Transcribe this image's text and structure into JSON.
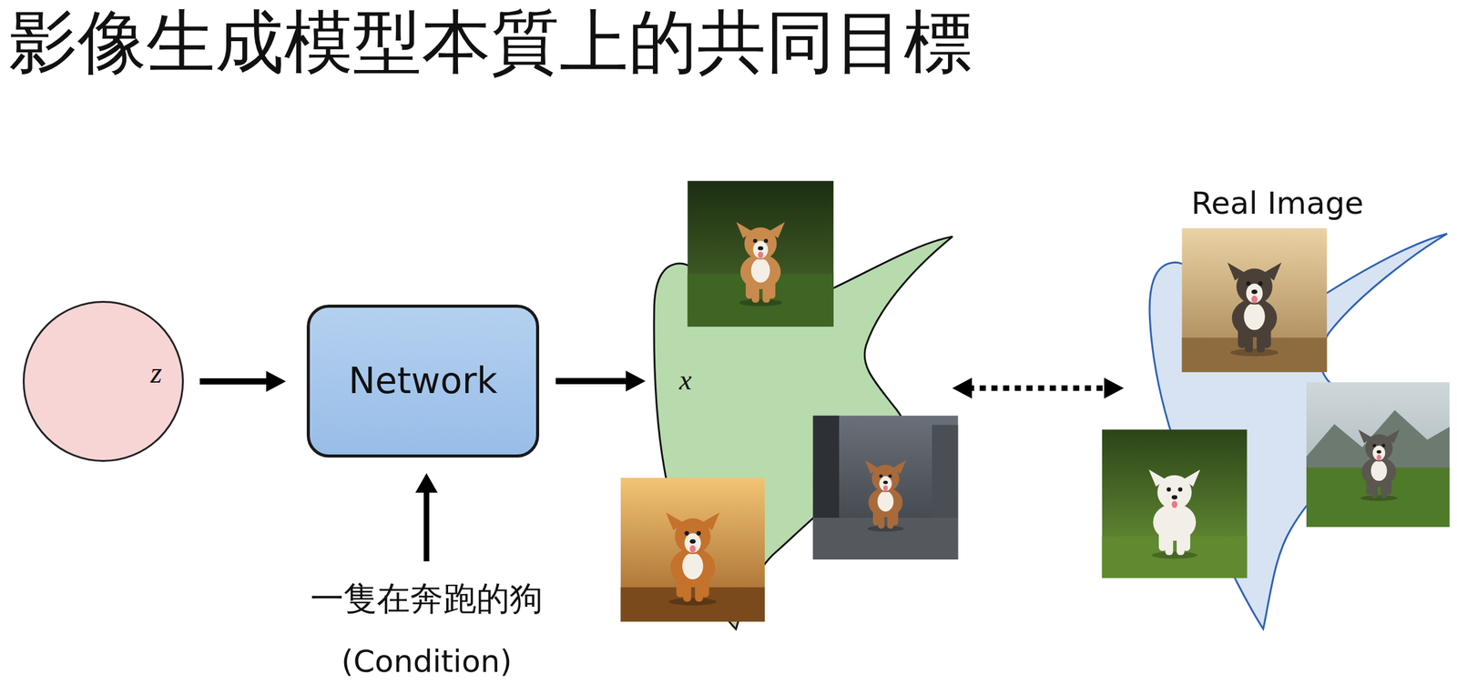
{
  "diagram": {
    "title": "影像生成模型本質上的共同目標",
    "nodes": [
      {
        "text": [
          "z"
        ]
      },
      {
        "text": [
          "Network"
        ]
      },
      {
        "text": [
          "x"
        ]
      },
      {
        "text": [
          "Real Image"
        ]
      }
    ],
    "edges": [
      {
        "from": 0,
        "to": 1,
        "arrow": "to"
      },
      {
        "from": 1,
        "to": 2,
        "arrow": "to"
      },
      {
        "from": 2,
        "to": 3,
        "arrow": "both"
      }
    ],
    "labels": [
      "一隻在奔跑的狗",
      "(Condition)"
    ]
  }
}
